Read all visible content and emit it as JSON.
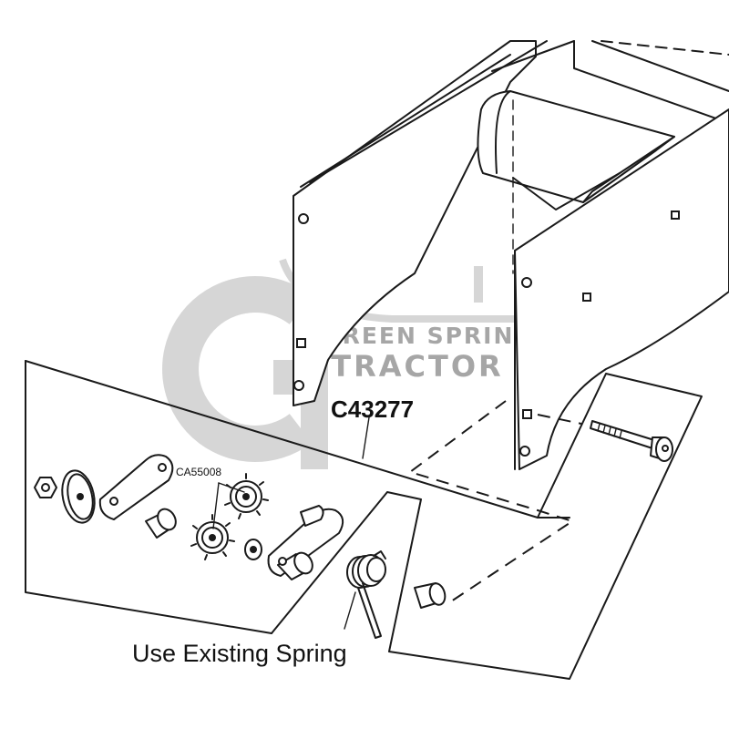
{
  "watermark": {
    "line1": "GREEN SPRING",
    "line2": "TRACTOR",
    "color": "#a6a6a6"
  },
  "labels": {
    "kit_part_number": "C43277",
    "sprocket_part_number": "CA55008",
    "spring_note": "Use Existing Spring"
  },
  "colors": {
    "line": "#1a1a1a",
    "background": "#ffffff"
  }
}
